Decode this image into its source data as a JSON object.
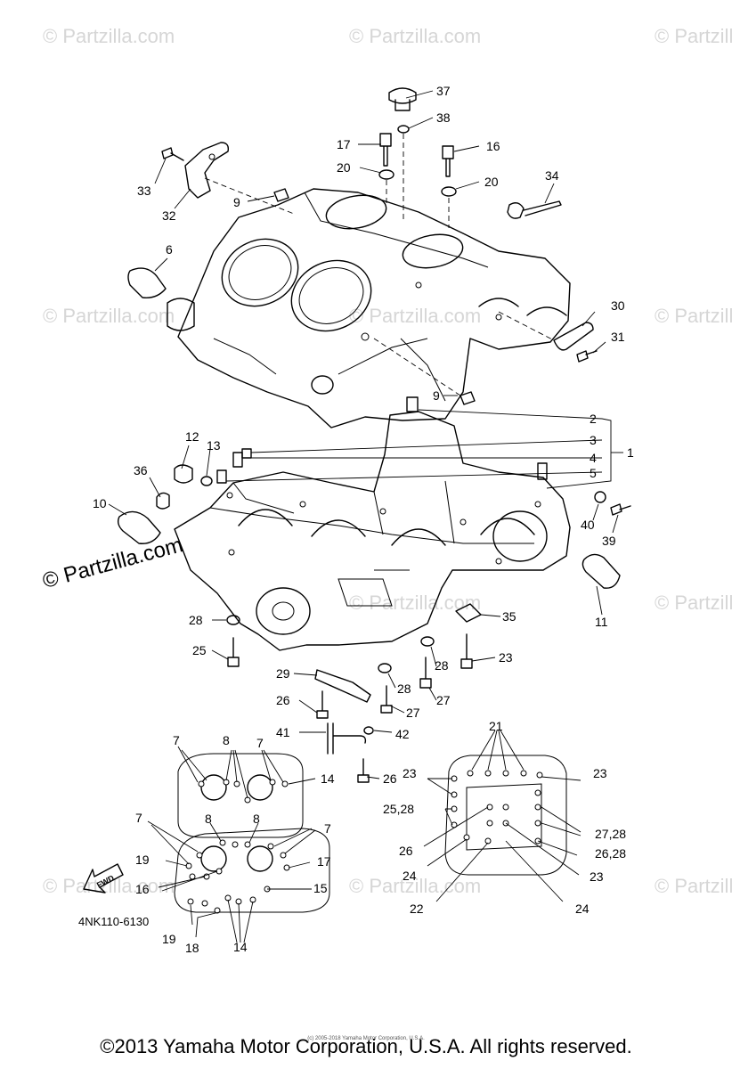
{
  "watermark": {
    "text": "© Partzilla.com"
  },
  "diagram": {
    "code": "4NK110-6130",
    "fwd_label": "FWD",
    "callouts": [
      "37",
      "38",
      "17",
      "16",
      "20",
      "20",
      "34",
      "33",
      "32",
      "9",
      "6",
      "30",
      "31",
      "9",
      "2",
      "3",
      "1",
      "4",
      "5",
      "12",
      "13",
      "36",
      "10",
      "40",
      "39",
      "11",
      "35",
      "28",
      "25",
      "23",
      "28",
      "29",
      "26",
      "27",
      "28",
      "27",
      "41",
      "42",
      "26",
      "21",
      "7",
      "8",
      "7",
      "14",
      "23",
      "23",
      "25,28",
      "7",
      "8",
      "8",
      "7",
      "26",
      "27,28",
      "19",
      "17",
      "24",
      "26,28",
      "16",
      "15",
      "23",
      "4NK110-6130",
      "19",
      "18",
      "14",
      "22",
      "24"
    ]
  },
  "footer": {
    "copyright": "©2013 Yamaha Motor Corporation, U.S.A. All rights reserved.",
    "fine_print": "(c) 2005-2018 Yamaha Motor Corporation, U.S.A."
  }
}
